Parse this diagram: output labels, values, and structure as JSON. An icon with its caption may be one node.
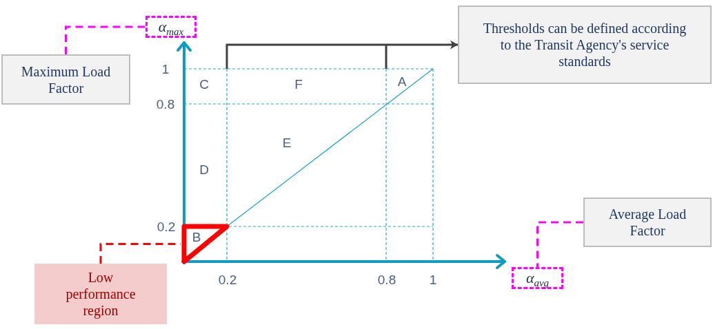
{
  "diagram": {
    "nodes": [
      {
        "text": [
          "Maximum Load Factor"
        ]
      },
      {
        "text": [
          "α$_{max}$"
        ]
      },
      {
        "text": [
          "Thresholds can be defined according to the Transit Agency's service standards"
        ]
      },
      {
        "text": [
          "Average Load Factor"
        ]
      },
      {
        "text": [
          "α$_{avg}$"
        ]
      },
      {
        "text": [
          "Low performance region"
        ]
      },
      {
        "text": [
          "B"
        ]
      }
    ],
    "edges": [
      {
        "from": 0,
        "to": 1,
        "arrow": "none",
        "style": "dashed"
      },
      {
        "from": 3,
        "to": 4,
        "arrow": "none",
        "style": "dashed"
      },
      {
        "from": 5,
        "to": 6,
        "arrow": "none",
        "style": "dashed",
        "color": "#ff0000"
      },
      {
        "from": null,
        "to": 2,
        "arrow": "to",
        "color": "#404040"
      }
    ],
    "labels": [
      "1",
      "C",
      "F",
      "A",
      "0.8",
      "E",
      "D",
      "0.2",
      "0.2",
      "0.8",
      "1"
    ]
  }
}
